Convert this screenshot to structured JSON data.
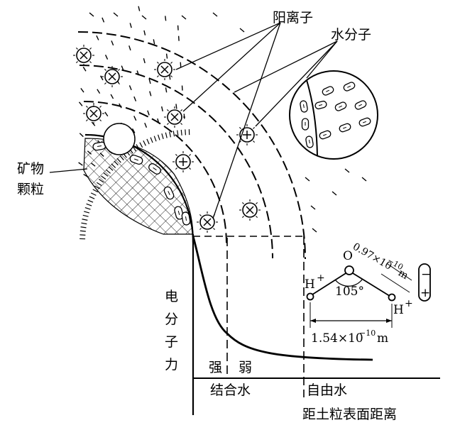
{
  "labels": {
    "cation": "阳离子",
    "water_molecule": "水分子",
    "mineral_particle_line1": "矿物",
    "mineral_particle_line2": "颗粒",
    "electric_force": [
      "电",
      "分",
      "子",
      "力"
    ],
    "strong": "强",
    "weak": "弱",
    "bound_water": "结合水",
    "free_water": "自由水",
    "x_axis": "距土粒表面距离"
  },
  "molecule": {
    "oxygen": "O",
    "hydrogen_left": "H",
    "hydrogen_right": "H",
    "plus": "+",
    "bond_length": "0.97×10",
    "bond_exp": "−10",
    "bond_unit": "m",
    "angle": "105°",
    "hh_distance": "1.54×10",
    "hh_exp": "−10",
    "hh_unit": "m",
    "dipole_minus": "−",
    "dipole_plus": "+"
  },
  "colors": {
    "ink": "#000000",
    "background": "#ffffff"
  }
}
